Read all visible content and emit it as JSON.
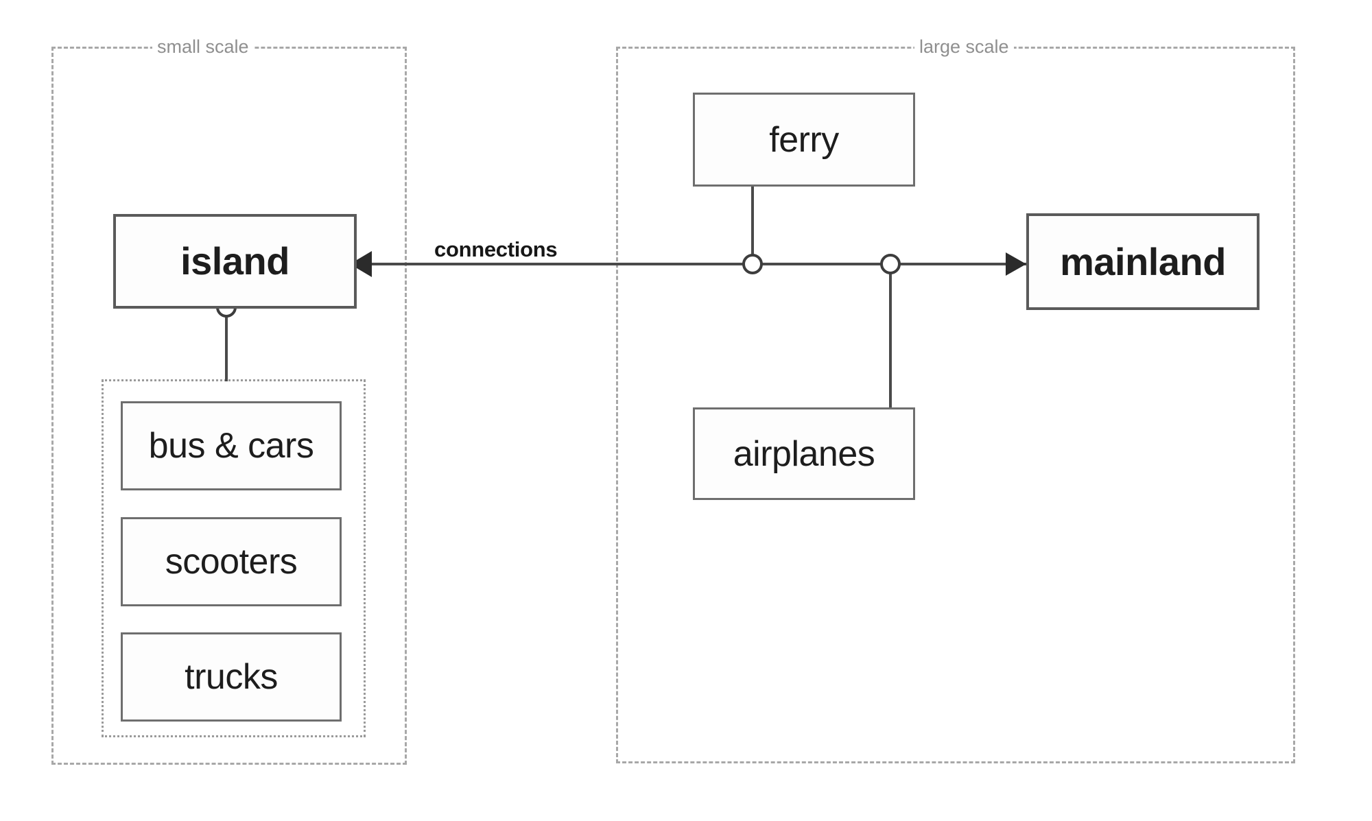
{
  "diagram": {
    "type": "block-diagram",
    "groups": [
      {
        "id": "small-scale",
        "label": "small scale",
        "border": "dashed",
        "color": "#a8a8a8"
      },
      {
        "id": "large-scale",
        "label": "large scale",
        "border": "dashed",
        "color": "#a8a8a8"
      },
      {
        "id": "island-vehicles",
        "label": "",
        "border": "dotted",
        "color": "#9a9a9a"
      }
    ],
    "nodes": {
      "island": {
        "label": "island",
        "emphasis": "bold",
        "group": "small-scale"
      },
      "mainland": {
        "label": "mainland",
        "emphasis": "bold",
        "group": "large-scale"
      },
      "ferry": {
        "label": "ferry",
        "emphasis": "regular",
        "group": "large-scale"
      },
      "airplanes": {
        "label": "airplanes",
        "emphasis": "regular",
        "group": "large-scale"
      },
      "bus_cars": {
        "label": "bus & cars",
        "emphasis": "regular",
        "group": "island-vehicles"
      },
      "scooters": {
        "label": "scooters",
        "emphasis": "regular",
        "group": "island-vehicles"
      },
      "trucks": {
        "label": "trucks",
        "emphasis": "regular",
        "group": "island-vehicles"
      }
    },
    "edges": [
      {
        "id": "connections",
        "label": "connections",
        "from": "mainland",
        "to": "island",
        "arrowheads": [
          "left-into-island",
          "right-into-mainland"
        ],
        "junctions": [
          "ferry",
          "airplanes"
        ]
      },
      {
        "id": "island-vehicles-link",
        "label": "",
        "from": "island",
        "to": "island-vehicles",
        "arrowheads": [],
        "junctions": [
          "island"
        ]
      }
    ],
    "colors": {
      "node_border": "#6e6e6e",
      "primary_node_border": "#5a5a5a",
      "connector": "#4a4a4a",
      "group_border": "#a8a8a8",
      "group_label_text": "#8f8f8f",
      "node_text": "#1d1d1d",
      "edge_label_text": "#171717",
      "background": "#ffffff"
    }
  }
}
